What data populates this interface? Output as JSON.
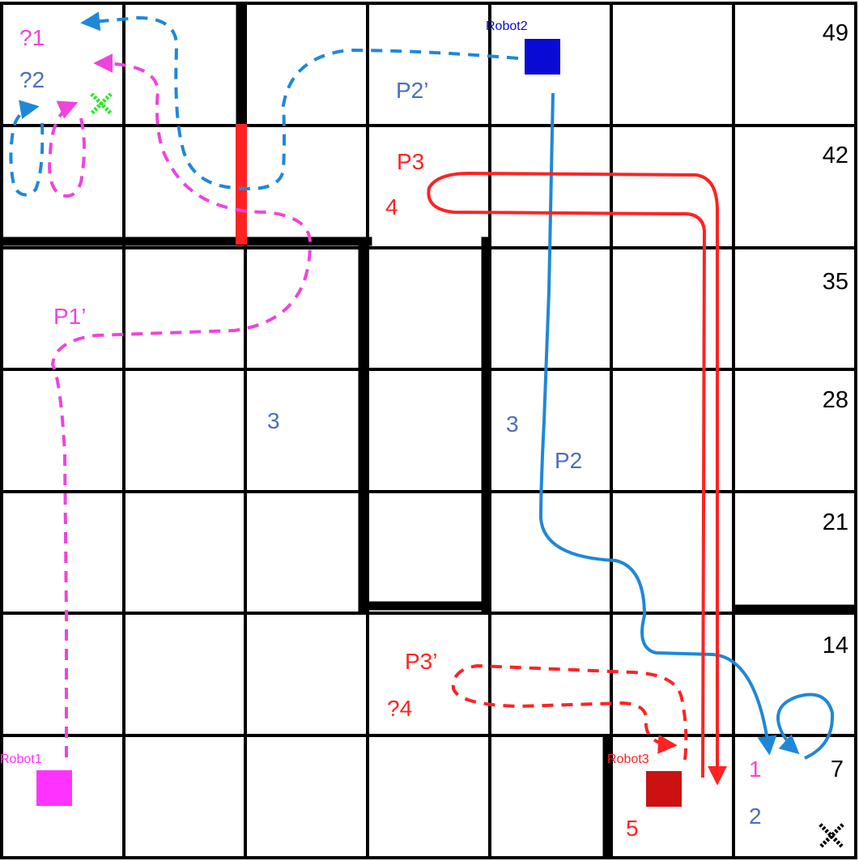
{
  "colors": {
    "robot1": "#ff33ff",
    "robot2": "#0a0ad6",
    "robot3": "#cc1111",
    "path_red": "#ff2222",
    "path_blue": "#1e88d8",
    "path_magenta": "#ee44dd",
    "label_blue": "#4a6fbd",
    "goal_green": "#22ee22"
  },
  "grid": {
    "rows": 7,
    "cols": 7
  },
  "cell_numbers": {
    "n49": "49",
    "n42": "42",
    "n35": "35",
    "n28": "28",
    "n21": "21",
    "n14": "14",
    "n7": "7"
  },
  "robots": {
    "robot1": {
      "label": "Robot1"
    },
    "robot2": {
      "label": "Robot2"
    },
    "robot3": {
      "label": "Robot3"
    }
  },
  "path_labels": {
    "p1_prime": "P1’",
    "p2": "P2",
    "p2_prime": "P2’",
    "p3": "P3",
    "p3_prime": "P3’",
    "q1": "?1",
    "q2": "?2",
    "q4": "?4",
    "n1": "1",
    "n2": "2",
    "n3_left": "3",
    "n3_right": "3",
    "n4": "4",
    "n5": "5"
  },
  "icons": {
    "goal_marker": "x-marker-icon",
    "dead_marker": "x-marker-icon"
  }
}
